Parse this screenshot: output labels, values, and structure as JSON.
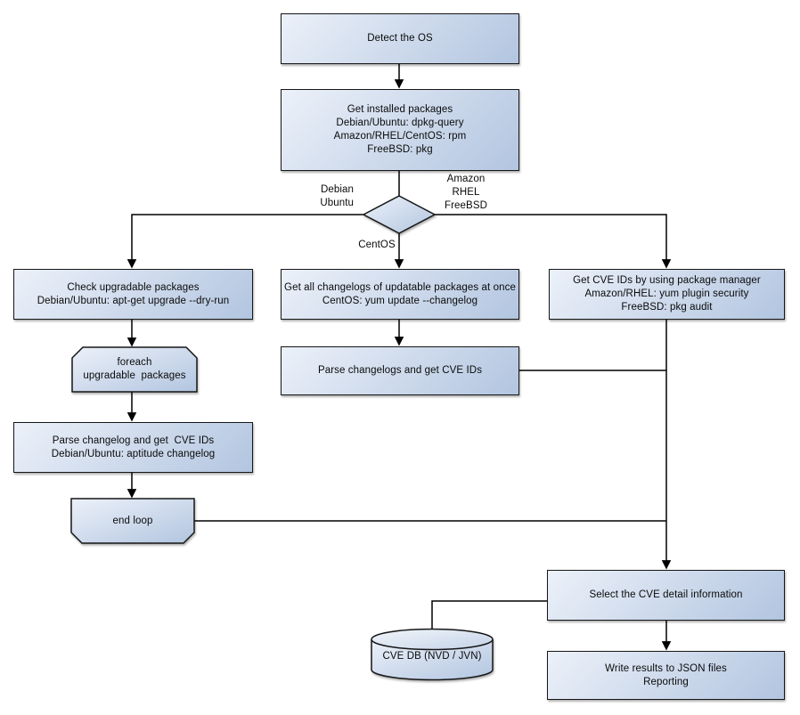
{
  "colors": {
    "background": "#ffffff",
    "node_fill_light": "#ecf1f9",
    "node_fill_dark": "#b2c5e0",
    "node_border": "#161616",
    "connector": "#000000",
    "text": "#0a0a0a"
  },
  "nodes": {
    "detect_os": {
      "shape": "rectangle",
      "lines": [
        "Detect the OS"
      ]
    },
    "get_installed": {
      "shape": "rectangle",
      "lines": [
        "Get installed packages",
        "Debian/Ubuntu: dpkg-query",
        "Amazon/RHEL/CentOS: rpm",
        "FreeBSD: pkg"
      ]
    },
    "os_decision": {
      "shape": "decision-diamond",
      "lines": []
    },
    "check_upgradable": {
      "shape": "rectangle",
      "lines": [
        "Check upgradable packages",
        "Debian/Ubuntu: apt-get upgrade --dry-run"
      ]
    },
    "foreach_loop": {
      "shape": "loop-start",
      "lines": [
        "foreach",
        "upgradable  packages"
      ]
    },
    "parse_changelog": {
      "shape": "rectangle",
      "lines": [
        "Parse changelog and get  CVE IDs",
        "Debian/Ubuntu: aptitude changelog"
      ]
    },
    "end_loop": {
      "shape": "loop-end",
      "lines": [
        "end loop"
      ]
    },
    "get_changelogs": {
      "shape": "rectangle",
      "lines": [
        "Get all changelogs of updatable packages at once",
        "CentOS: yum update --changelog"
      ]
    },
    "parse_changelogs": {
      "shape": "rectangle",
      "lines": [
        "Parse changelogs and get CVE IDs"
      ]
    },
    "get_cve_ids": {
      "shape": "rectangle",
      "lines": [
        "Get CVE IDs by using package manager",
        "Amazon/RHEL: yum plugin security",
        "FreeBSD: pkg audit"
      ]
    },
    "select_cve": {
      "shape": "rectangle",
      "lines": [
        "Select the CVE detail information"
      ]
    },
    "write_results": {
      "shape": "rectangle",
      "lines": [
        "Write results to JSON files",
        "Reporting"
      ]
    },
    "cve_db": {
      "shape": "database-cylinder",
      "lines": [
        "CVE DB (NVD / JVN)"
      ]
    }
  },
  "edge_labels": {
    "debian_branch": [
      "Debian",
      "Ubuntu"
    ],
    "amazon_branch": [
      "Amazon",
      "RHEL",
      "FreeBSD"
    ],
    "centos_branch": [
      "CentOS"
    ]
  }
}
